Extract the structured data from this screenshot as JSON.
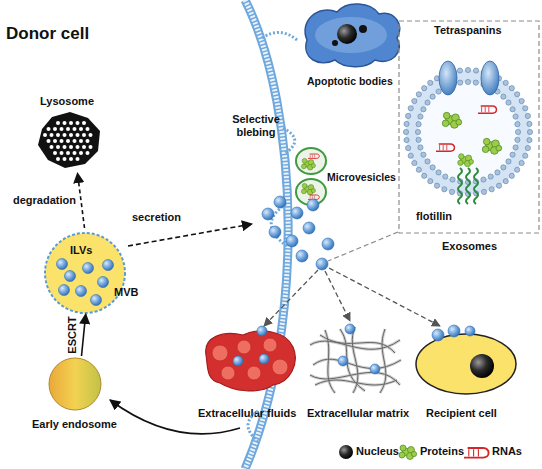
{
  "diagram": {
    "nodes": [
      {
        "text": [
          "Donor cell"
        ]
      },
      {
        "text": [
          "Lysosome"
        ],
        "in": 0
      },
      {
        "text": [
          "ILVs",
          "MVB"
        ],
        "in": 0
      },
      {
        "text": [
          "Early endosome"
        ],
        "in": 0
      },
      {
        "text": [
          "Apoptotic bodies"
        ]
      },
      {
        "text": [
          "Microvesicles"
        ]
      },
      {
        "text": [
          "Tetraspanins",
          "flotillin",
          "Exosomes"
        ]
      },
      {
        "text": [
          "Extracellular fluids"
        ]
      },
      {
        "text": [
          "Extracellular matrix"
        ]
      },
      {
        "text": [
          "Recipient cell"
        ]
      }
    ],
    "edges": [
      {
        "from": 3,
        "to": 2,
        "label": "ESCRT",
        "arrow": "to"
      },
      {
        "from": 2,
        "to": 1,
        "label": "degradation",
        "arrow": "to"
      }
    ],
    "labels": [
      "Selective blebing",
      "secretion"
    ],
    "legend": [
      {
        "text": "Nucleus"
      },
      {
        "text": "Proteins"
      },
      {
        "text": "RNAs"
      }
    ]
  }
}
